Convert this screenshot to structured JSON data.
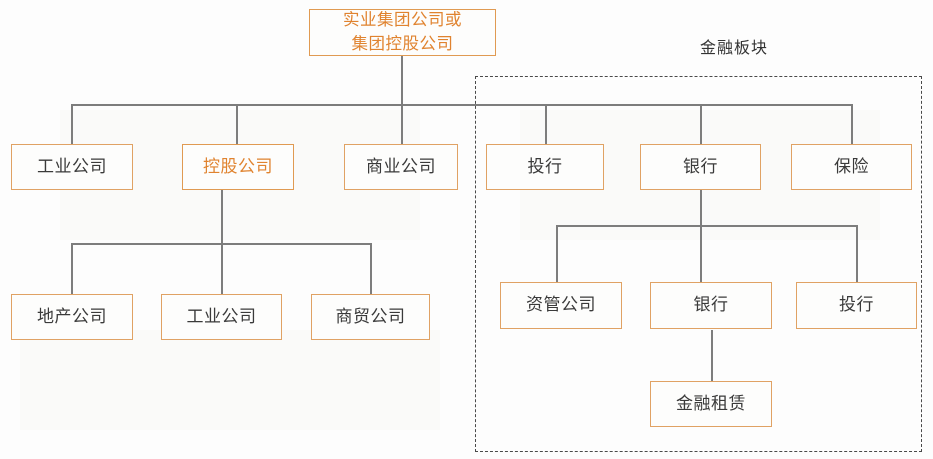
{
  "diagram": {
    "title_node": {
      "label": "实业集团公司或\n集团控股公司",
      "style": "accent"
    },
    "group": {
      "label": "金融板块",
      "border_style": "dashed",
      "border_color": "#4a4a4a"
    },
    "colors": {
      "box_border": "#e0a264",
      "box_border_accent": "#e09a52",
      "text_default": "#3a3a3a",
      "text_accent": "#e0832f",
      "connector": "#7d7d7d",
      "background": "#fdfdfd"
    },
    "level2_left": [
      {
        "label": "工业公司",
        "style": "default"
      },
      {
        "label": "控股公司",
        "style": "accent"
      },
      {
        "label": "商业公司",
        "style": "default"
      }
    ],
    "level2_right": [
      {
        "label": "投行",
        "style": "default"
      },
      {
        "label": "银行",
        "style": "default"
      },
      {
        "label": "保险",
        "style": "default"
      }
    ],
    "level3_left": [
      {
        "label": "地产公司",
        "style": "default"
      },
      {
        "label": "工业公司",
        "style": "default"
      },
      {
        "label": "商贸公司",
        "style": "default"
      }
    ],
    "level3_right": [
      {
        "label": "资管公司",
        "style": "default"
      },
      {
        "label": "银行",
        "style": "default"
      },
      {
        "label": "投行",
        "style": "default"
      }
    ],
    "level4_right": [
      {
        "label": "金融租赁",
        "style": "default"
      }
    ]
  }
}
